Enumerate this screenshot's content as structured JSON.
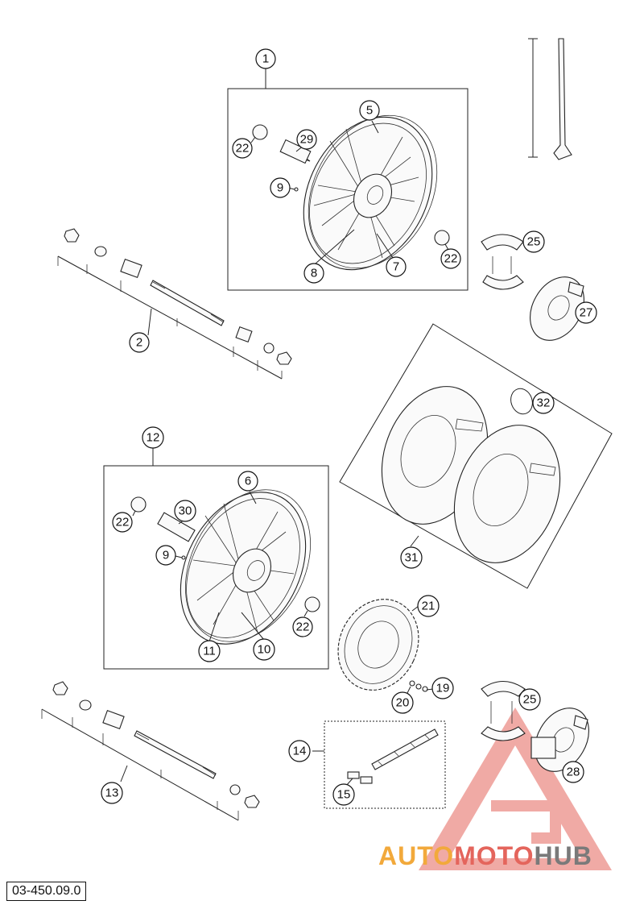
{
  "drawing_code": "03-450.09.0",
  "watermark": {
    "part1": "AUTO",
    "part2": "MOTO",
    "part3": "HUB",
    "color_light": "#f2a93b",
    "color_dark": "#e4655c",
    "color_hub": "#7a7a7a"
  },
  "callouts": [
    {
      "id": "c1",
      "label": "1"
    },
    {
      "id": "c2",
      "label": "2"
    },
    {
      "id": "c5",
      "label": "5"
    },
    {
      "id": "c6",
      "label": "6"
    },
    {
      "id": "c7",
      "label": "7"
    },
    {
      "id": "c8",
      "label": "8"
    },
    {
      "id": "c9a",
      "label": "9"
    },
    {
      "id": "c9b",
      "label": "9"
    },
    {
      "id": "c10",
      "label": "10"
    },
    {
      "id": "c11",
      "label": "11"
    },
    {
      "id": "c12",
      "label": "12"
    },
    {
      "id": "c13",
      "label": "13"
    },
    {
      "id": "c14",
      "label": "14"
    },
    {
      "id": "c15",
      "label": "15"
    },
    {
      "id": "c19",
      "label": "19"
    },
    {
      "id": "c20",
      "label": "20"
    },
    {
      "id": "c21",
      "label": "21"
    },
    {
      "id": "c22a",
      "label": "22"
    },
    {
      "id": "c22b",
      "label": "22"
    },
    {
      "id": "c22c",
      "label": "22"
    },
    {
      "id": "c22d",
      "label": "22"
    },
    {
      "id": "c25a",
      "label": "25"
    },
    {
      "id": "c25b",
      "label": "25"
    },
    {
      "id": "c27",
      "label": "27"
    },
    {
      "id": "c28",
      "label": "28"
    },
    {
      "id": "c29",
      "label": "29"
    },
    {
      "id": "c30",
      "label": "30"
    },
    {
      "id": "c31",
      "label": "31"
    },
    {
      "id": "c32",
      "label": "32"
    }
  ]
}
